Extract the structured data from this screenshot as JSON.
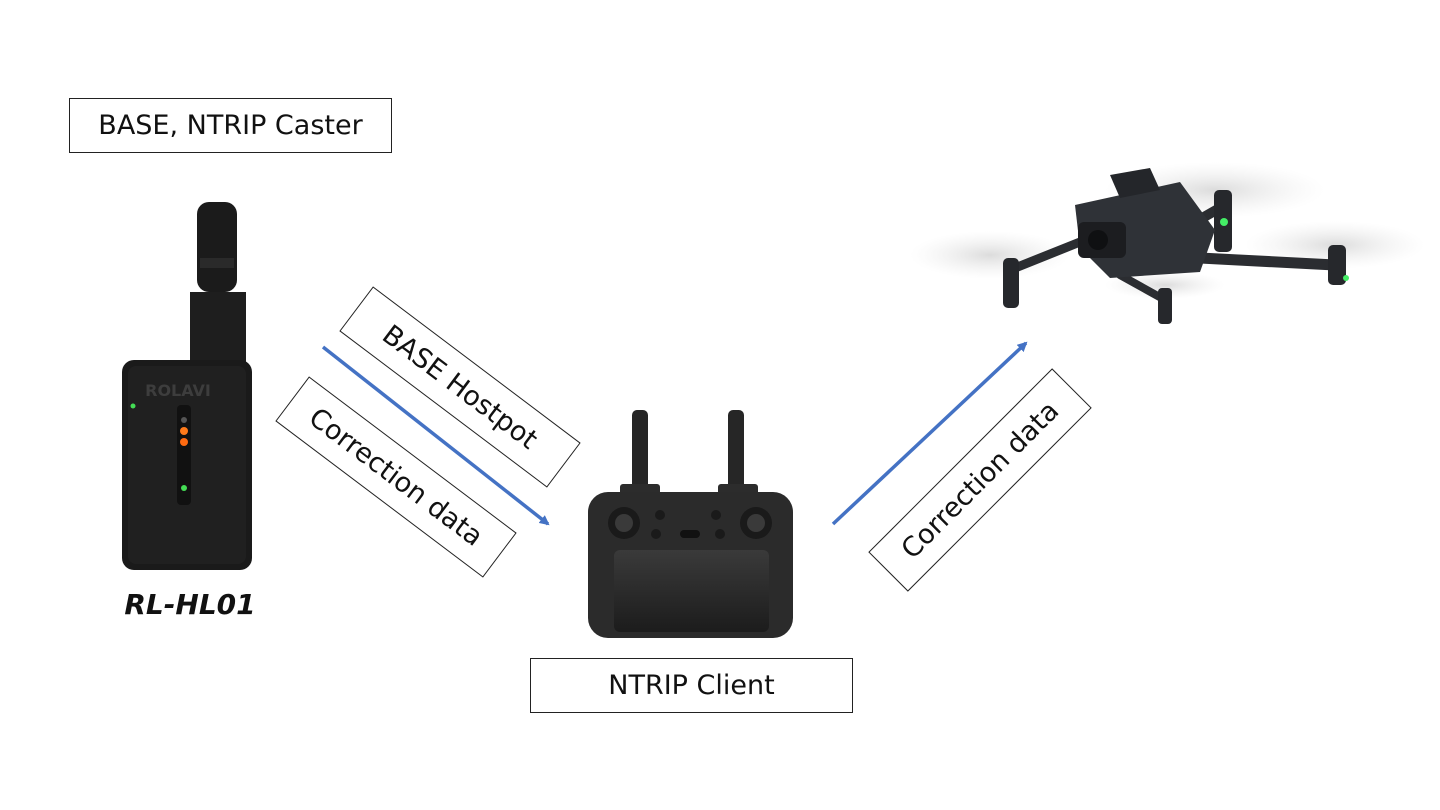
{
  "labels": {
    "base_caster": "BASE, NTRIP Caster",
    "base_hotspot": "BASE Hostpot",
    "correction_left": "Correction data",
    "correction_right": "Correction data",
    "ntrip_client": "NTRIP Client",
    "device_model": "RL-HL01"
  },
  "device_branding": {
    "logo_text": "ROLAVI"
  },
  "colors": {
    "arrow": "#4472C4",
    "device_body": "#1a1a1a",
    "led_amber": "#ff7a1a",
    "led_green": "#44dd55"
  }
}
